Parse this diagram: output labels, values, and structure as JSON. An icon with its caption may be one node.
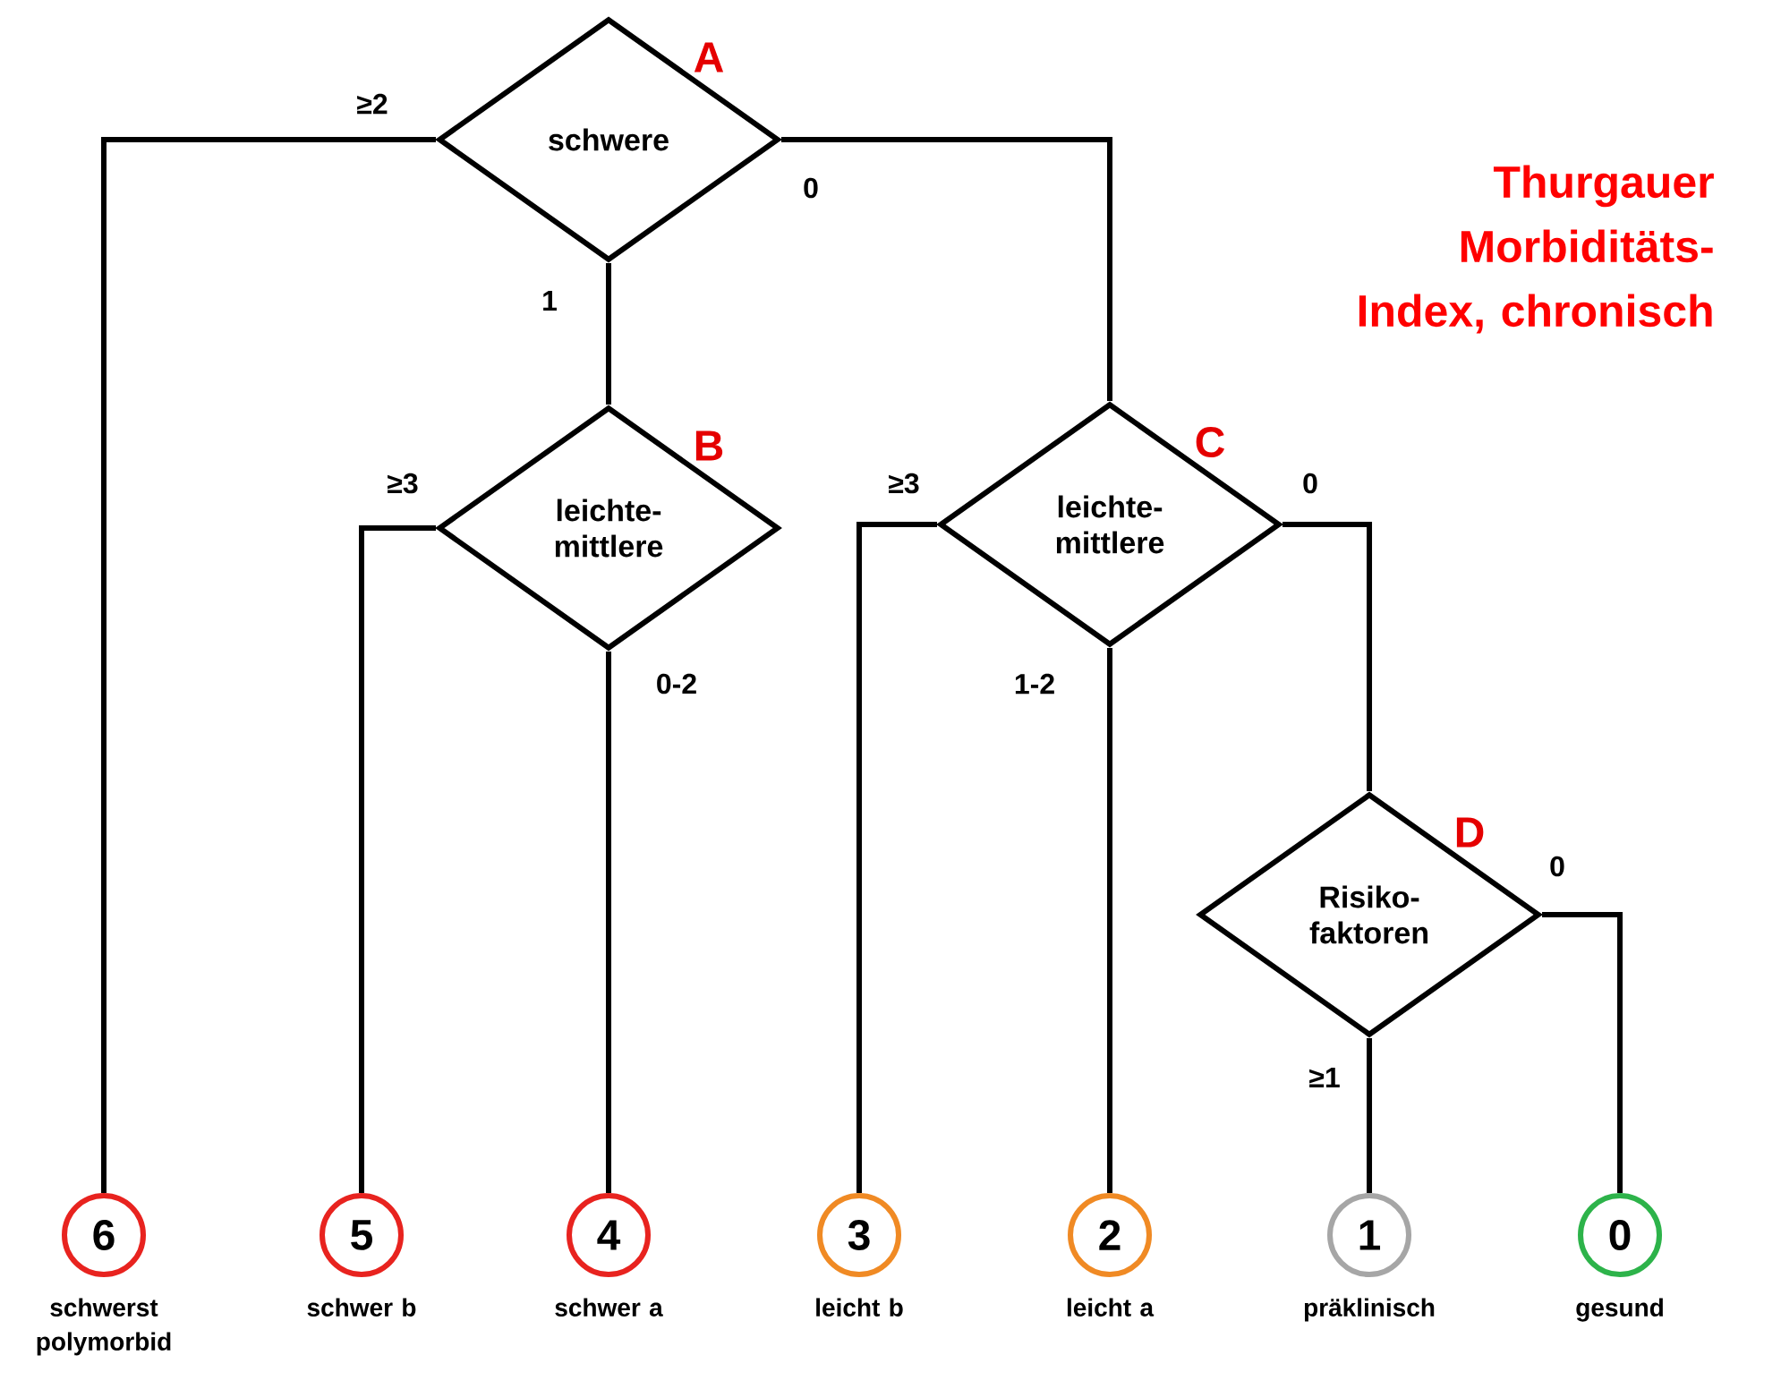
{
  "diagram": {
    "title": "Thurgauer Morbiditäts-Index, chronisch",
    "nodes": [
      {
        "text": [
          "schwere"
        ],
        "beside": [
          "A"
        ]
      },
      {
        "text": [
          "leichte-mittlere"
        ],
        "beside": [
          "B"
        ]
      },
      {
        "text": [
          "leichte-mittlere"
        ],
        "beside": [
          "C"
        ]
      },
      {
        "text": [
          "Risiko-faktoren"
        ],
        "beside": [
          "D"
        ]
      },
      {
        "text": [
          "6"
        ],
        "beside": [
          "schwerst polymorbid"
        ]
      },
      {
        "text": [
          "5"
        ],
        "beside": [
          "schwer b"
        ]
      },
      {
        "text": [
          "4"
        ],
        "beside": [
          "schwer a"
        ]
      },
      {
        "text": [
          "3"
        ],
        "beside": [
          "leicht b"
        ]
      },
      {
        "text": [
          "2"
        ],
        "beside": [
          "leicht a"
        ]
      },
      {
        "text": [
          "1"
        ],
        "beside": [
          "präklinisch"
        ]
      },
      {
        "text": [
          "0"
        ],
        "beside": [
          "gesund"
        ]
      }
    ],
    "edges": [
      {
        "from": 0,
        "to": 4,
        "arrow": "none",
        "label": "≥2"
      },
      {
        "from": 0,
        "to": 1,
        "arrow": "none",
        "label": "1"
      },
      {
        "from": 0,
        "to": 2,
        "arrow": "none",
        "label": "0"
      },
      {
        "from": 1,
        "to": 5,
        "arrow": "none",
        "label": "≥3"
      },
      {
        "from": 1,
        "to": 6,
        "arrow": "none",
        "label": "0-2"
      },
      {
        "from": 2,
        "to": 7,
        "arrow": "none",
        "label": "≥3"
      },
      {
        "from": 2,
        "to": 8,
        "arrow": "none",
        "label": "1-2"
      },
      {
        "from": 2,
        "to": 3,
        "arrow": "none",
        "label": "0"
      },
      {
        "from": 3,
        "to": 9,
        "arrow": "none",
        "label": "≥1"
      },
      {
        "from": 3,
        "to": 10,
        "arrow": "none",
        "label": "0"
      }
    ]
  }
}
